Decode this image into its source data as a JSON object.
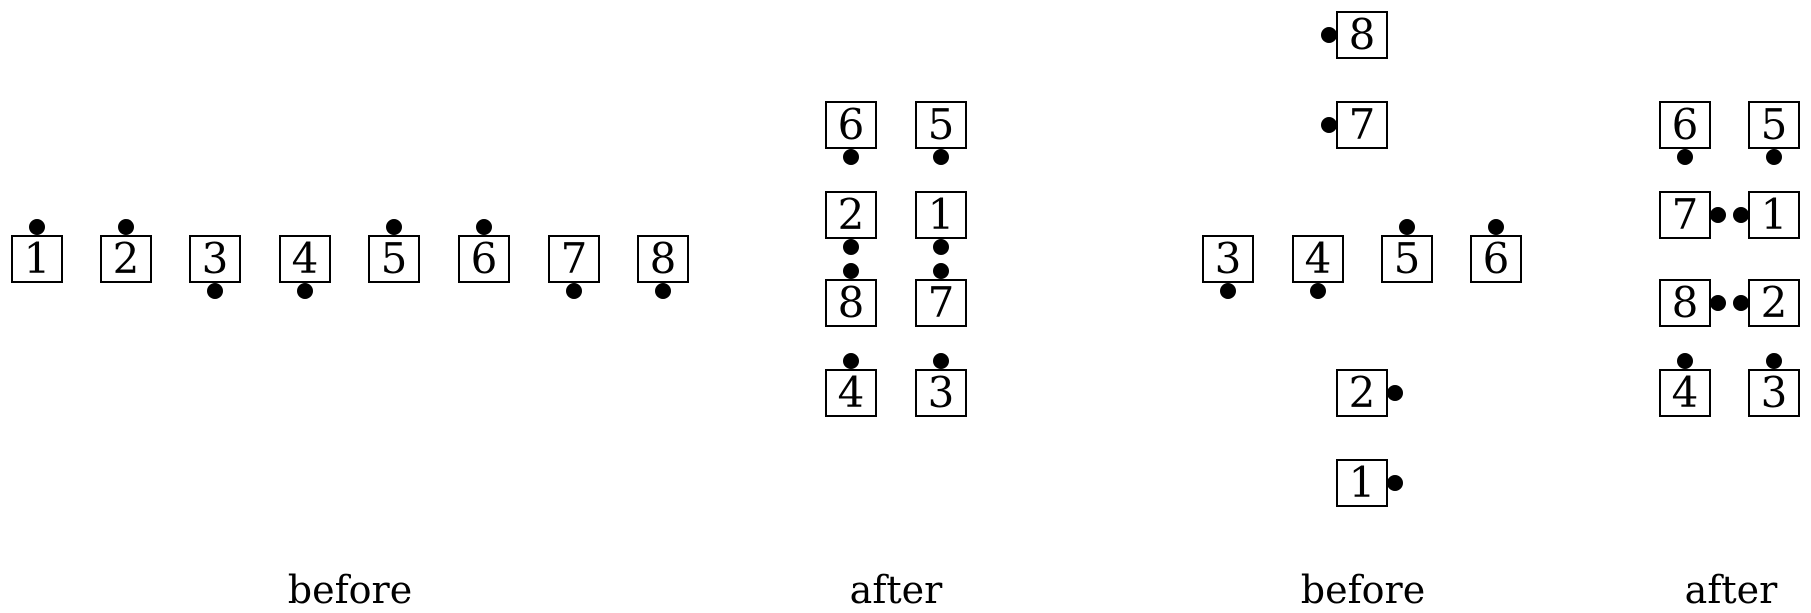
{
  "panels": [
    {
      "caption": "before",
      "nodes": [
        {
          "label": "1",
          "dot": "top"
        },
        {
          "label": "2",
          "dot": "top"
        },
        {
          "label": "3",
          "dot": "bottom"
        },
        {
          "label": "4",
          "dot": "bottom"
        },
        {
          "label": "5",
          "dot": "top"
        },
        {
          "label": "6",
          "dot": "top"
        },
        {
          "label": "7",
          "dot": "bottom"
        },
        {
          "label": "8",
          "dot": "bottom"
        }
      ]
    },
    {
      "caption": "after",
      "nodes": [
        {
          "label": "6",
          "dot": "bottom"
        },
        {
          "label": "5",
          "dot": "bottom"
        },
        {
          "label": "2",
          "dot": "bottom"
        },
        {
          "label": "1",
          "dot": "bottom"
        },
        {
          "label": "8",
          "dot": "top"
        },
        {
          "label": "7",
          "dot": "top"
        },
        {
          "label": "4",
          "dot": "top"
        },
        {
          "label": "3",
          "dot": "top"
        }
      ]
    },
    {
      "caption": "before",
      "nodes": [
        {
          "label": "8",
          "dot": "left"
        },
        {
          "label": "7",
          "dot": "left"
        },
        {
          "label": "3",
          "dot": "bottom"
        },
        {
          "label": "4",
          "dot": "bottom"
        },
        {
          "label": "5",
          "dot": "top"
        },
        {
          "label": "6",
          "dot": "top"
        },
        {
          "label": "2",
          "dot": "right"
        },
        {
          "label": "1",
          "dot": "right"
        }
      ]
    },
    {
      "caption": "after",
      "nodes": [
        {
          "label": "6",
          "dot": "bottom"
        },
        {
          "label": "5",
          "dot": "bottom"
        },
        {
          "label": "7",
          "dot": "right"
        },
        {
          "label": "1",
          "dot": "left"
        },
        {
          "label": "8",
          "dot": "right"
        },
        {
          "label": "2",
          "dot": "left"
        },
        {
          "label": "4",
          "dot": "top"
        },
        {
          "label": "3",
          "dot": "top"
        }
      ]
    }
  ]
}
